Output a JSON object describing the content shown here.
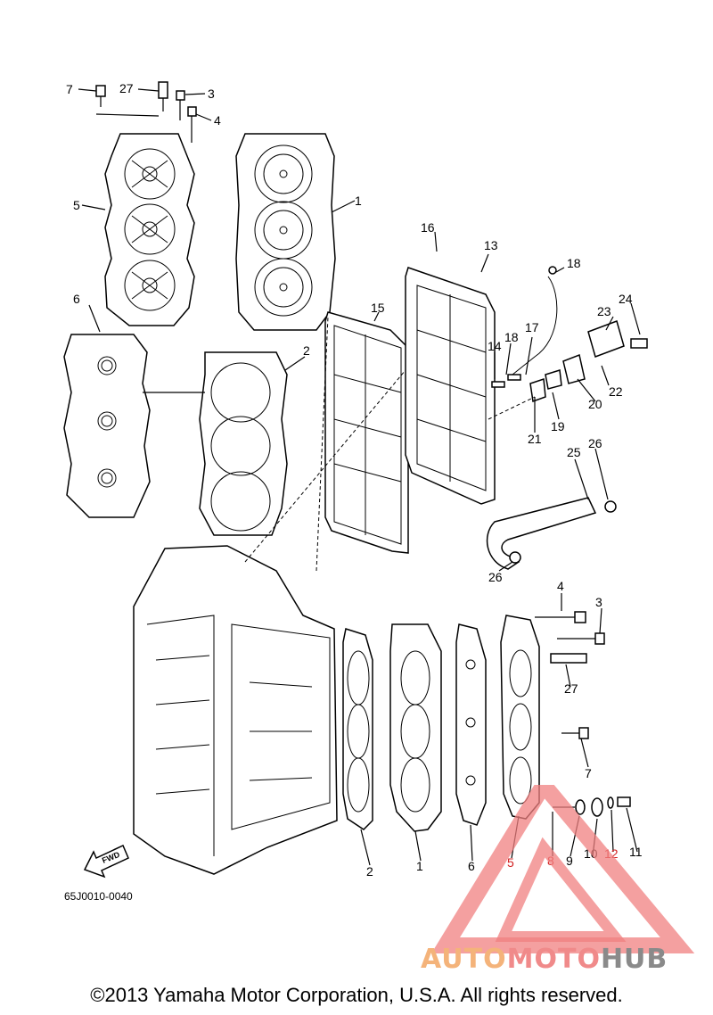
{
  "diagram": {
    "code": "65J0010-0040",
    "fwd_label": "FWD",
    "copyright": "©2013 Yamaha Motor Corporation, U.S.A. All rights reserved.",
    "callouts": {
      "c7a": "7",
      "c27a": "27",
      "c3a": "3",
      "c4a": "4",
      "c5a": "5",
      "c1a": "1",
      "c6a": "6",
      "c2a": "2",
      "c16": "16",
      "c13": "13",
      "c18a": "18",
      "c15": "15",
      "c24": "24",
      "c23": "23",
      "c17": "17",
      "c18b": "18",
      "c14": "14",
      "c22": "22",
      "c20": "20",
      "c19": "19",
      "c21": "21",
      "c25": "25",
      "c26a": "26",
      "c26b": "26",
      "c4b": "4",
      "c3b": "3",
      "c27b": "27",
      "c7b": "7",
      "c2b": "2",
      "c1b": "1",
      "c6b": "6",
      "c5b": "5",
      "c8": "8",
      "c9": "9",
      "c10": "10",
      "c12": "12",
      "c11": "11"
    }
  },
  "watermark": {
    "part1": "AUTO",
    "part2": "MOTO",
    "part3": "HUB",
    "colors": {
      "auto": "#f4b37a",
      "moto": "#f08a8a",
      "hub": "#8a8a8a",
      "triangle": "#f08080"
    }
  }
}
